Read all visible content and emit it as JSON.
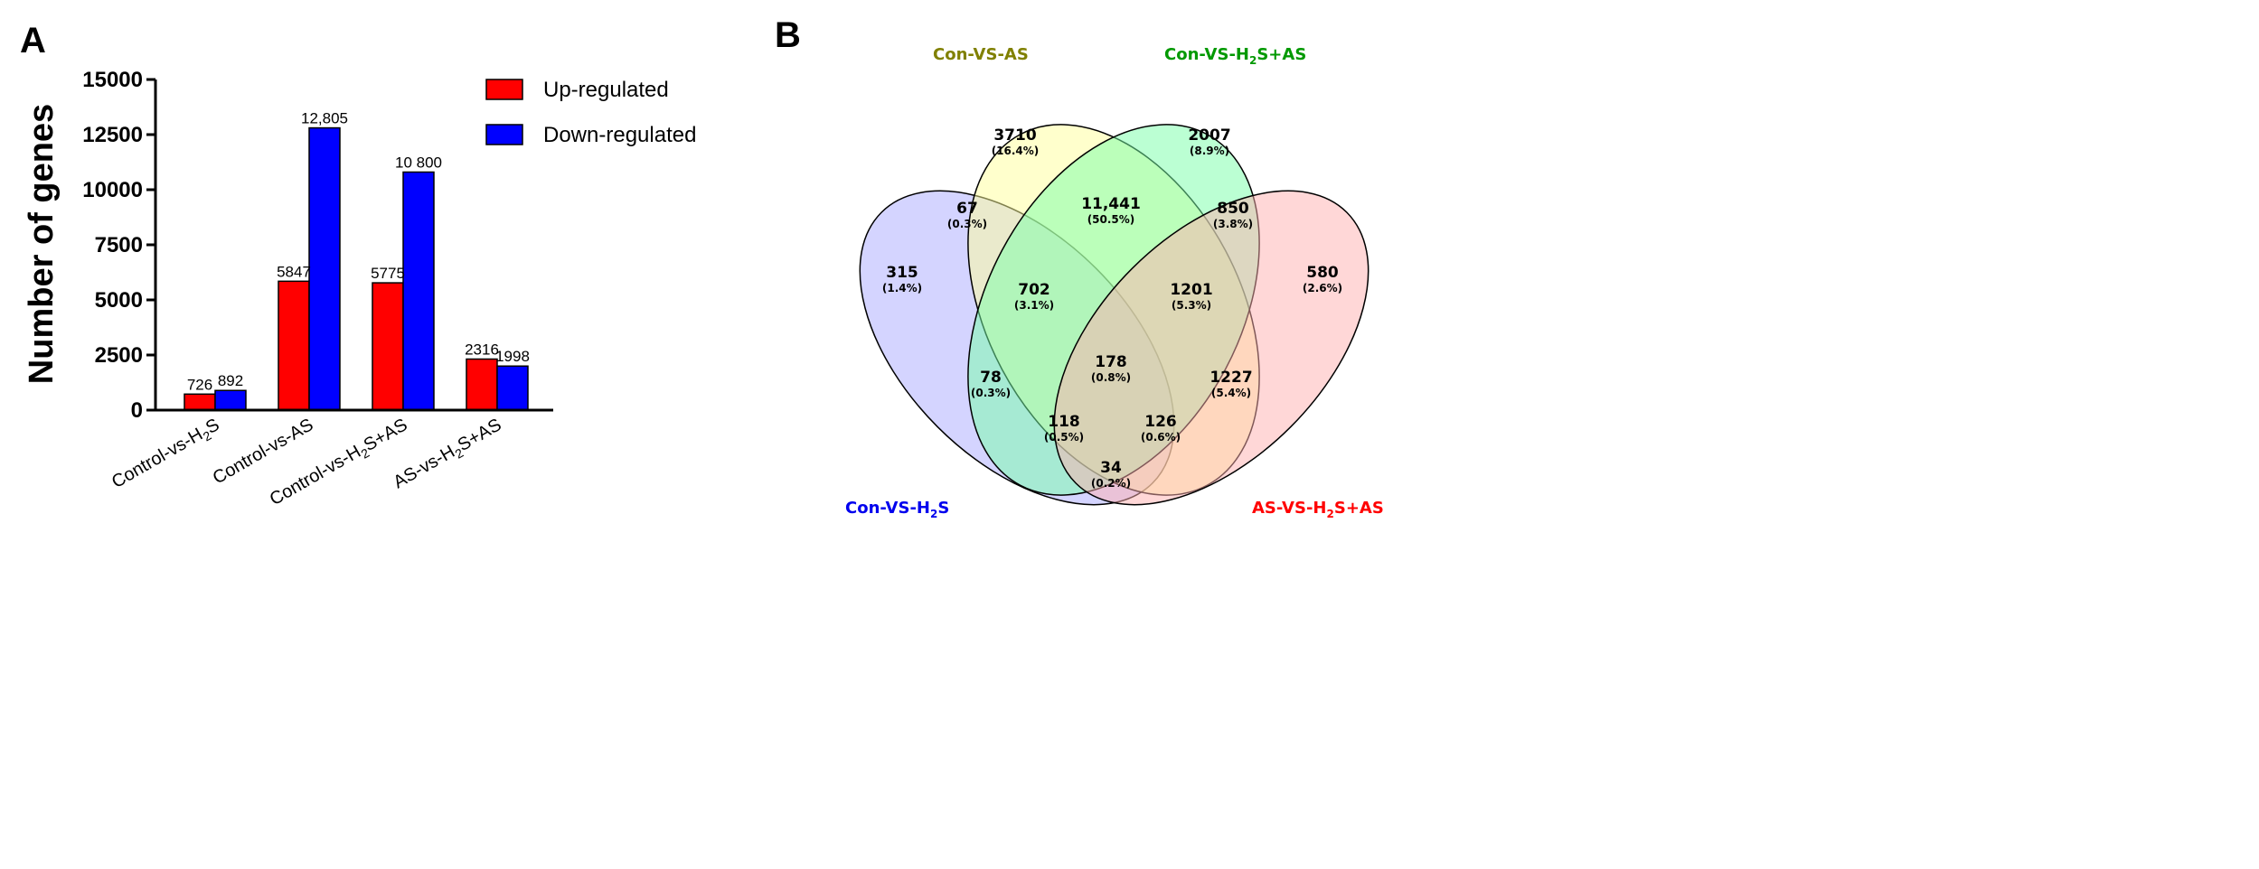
{
  "panels": {
    "a_label": "A",
    "b_label": "B"
  },
  "chart_data": [
    {
      "type": "bar",
      "ylabel": "Number of genes",
      "xlabel": "",
      "ylim": [
        0,
        15000
      ],
      "yticks": [
        0,
        2500,
        5000,
        7500,
        10000,
        12500,
        15000
      ],
      "legend_position": "top-right",
      "categories": [
        {
          "base": "Control-vs-H",
          "sub": "2",
          "tail": "S"
        },
        {
          "base": "Control-vs-AS",
          "sub": "",
          "tail": ""
        },
        {
          "base": "Control-vs-H",
          "sub": "2",
          "tail": "S+AS"
        },
        {
          "base": "AS-vs-H",
          "sub": "2",
          "tail": "S+AS"
        }
      ],
      "series": [
        {
          "name": "Up-regulated",
          "color": "#ff0000",
          "values": [
            726,
            5847,
            5775,
            2316
          ],
          "labels": [
            "726",
            "5847",
            "5775",
            "2316"
          ]
        },
        {
          "name": "Down-regulated",
          "color": "#0000ff",
          "values": [
            892,
            12805,
            10800,
            1998
          ],
          "labels": [
            "892",
            "12,805",
            "10 800",
            "1998"
          ]
        }
      ]
    },
    {
      "type": "venn",
      "sets": [
        {
          "parts": [
            "Con-VS-H",
            "2",
            "S"
          ],
          "color": "#0000ee",
          "fill": "#a9a9ff"
        },
        {
          "parts": [
            "Con-VS-AS",
            "",
            ""
          ],
          "color": "#808000",
          "fill": "#ffff99"
        },
        {
          "parts": [
            "Con-VS-H",
            "2",
            "S+AS"
          ],
          "color": "#009900",
          "fill": "#77ffa8"
        },
        {
          "parts": [
            "AS-VS-H",
            "2",
            "S+AS"
          ],
          "color": "#ff0000",
          "fill": "#ffb0b0"
        }
      ],
      "regions": [
        {
          "count": "315",
          "pct": "(1.4%)"
        },
        {
          "count": "3710",
          "pct": "(16.4%)"
        },
        {
          "count": "2007",
          "pct": "(8.9%)"
        },
        {
          "count": "580",
          "pct": "(2.6%)"
        },
        {
          "count": "67",
          "pct": "(0.3%)"
        },
        {
          "count": "11,441",
          "pct": "(50.5%)"
        },
        {
          "count": "850",
          "pct": "(3.8%)"
        },
        {
          "count": "702",
          "pct": "(3.1%)"
        },
        {
          "count": "1201",
          "pct": "(5.3%)"
        },
        {
          "count": "78",
          "pct": "(0.3%)"
        },
        {
          "count": "178",
          "pct": "(0.8%)"
        },
        {
          "count": "1227",
          "pct": "(5.4%)"
        },
        {
          "count": "118",
          "pct": "(0.5%)"
        },
        {
          "count": "126",
          "pct": "(0.6%)"
        },
        {
          "count": "34",
          "pct": "(0.2%)"
        }
      ]
    }
  ]
}
